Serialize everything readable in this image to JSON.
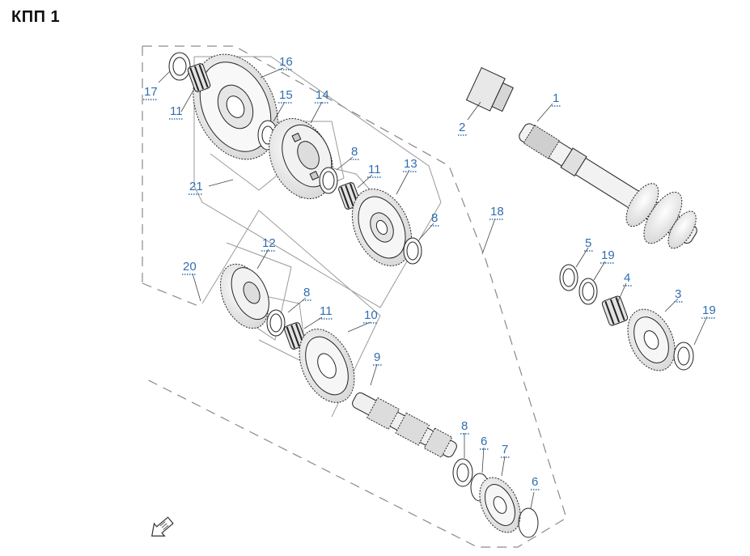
{
  "title": "КПП 1",
  "colors": {
    "callout": "#2f6fb0",
    "line": "#222222",
    "frame": "#9a9a9a",
    "part_fill": "#f4f4f4"
  },
  "callouts": [
    "1",
    "2",
    "3",
    "4",
    "5",
    "6",
    "6",
    "7",
    "8",
    "8",
    "8",
    "8",
    "9",
    "10",
    "11",
    "11",
    "11",
    "12",
    "13",
    "14",
    "15",
    "16",
    "17",
    "18",
    "19",
    "19",
    "20",
    "21"
  ],
  "icons": {
    "orientation": "direction-arrow-icon"
  }
}
